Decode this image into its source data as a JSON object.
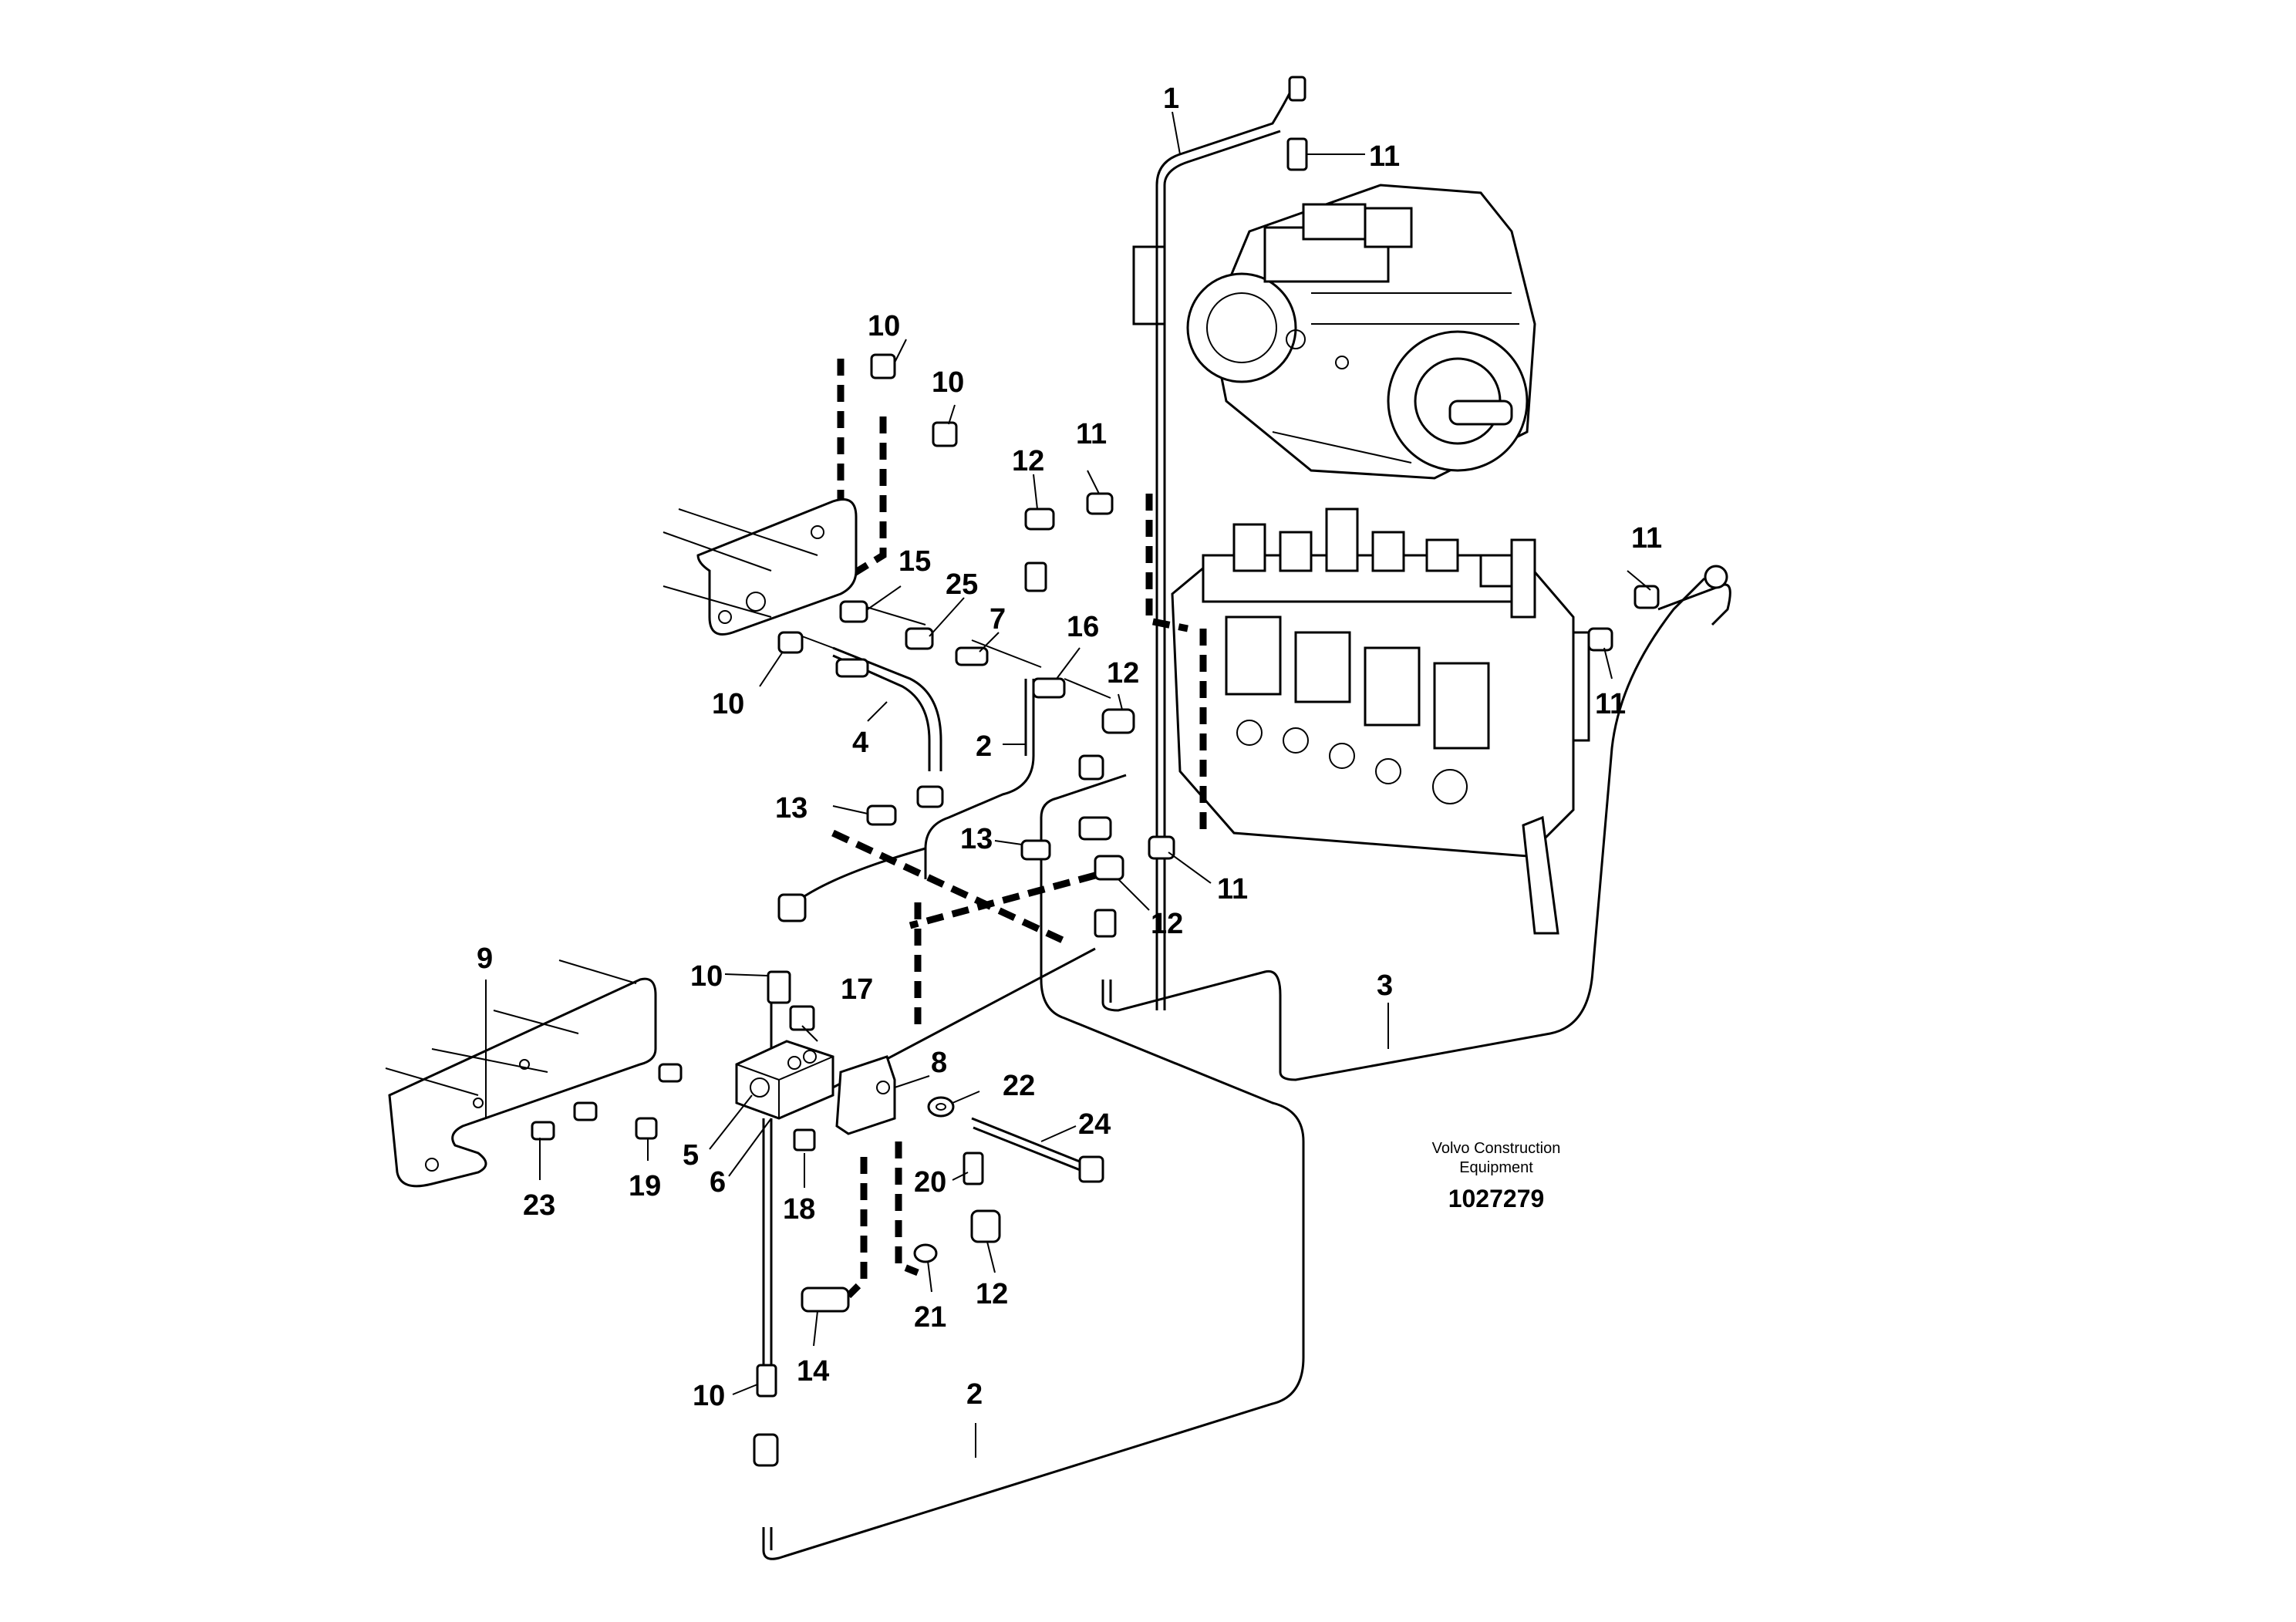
{
  "callouts": {
    "c1": "1",
    "c11_pump": "11",
    "c10_a": "10",
    "c10_b": "10",
    "c12_a": "12",
    "c11_a": "11",
    "c15": "15",
    "c25": "25",
    "c7": "7",
    "c16": "16",
    "c11_right_a": "11",
    "c11_right_b": "11",
    "c10_c": "10",
    "c4": "4",
    "c2_a": "2",
    "c12_b": "12",
    "c13_a": "13",
    "c13_b": "13",
    "c11_b": "11",
    "c12_c": "12",
    "c9": "9",
    "c10_d": "10",
    "c17": "17",
    "c3": "3",
    "c8": "8",
    "c22": "22",
    "c24": "24",
    "c5": "5",
    "c6": "6",
    "c19": "19",
    "c23": "23",
    "c18": "18",
    "c20": "20",
    "c12_d": "12",
    "c21": "21",
    "c14": "14",
    "c10_e": "10",
    "c2_b": "2"
  },
  "caption": {
    "line1": "Volvo Construction",
    "line2": "Equipment",
    "drawing_id": "1027279"
  }
}
